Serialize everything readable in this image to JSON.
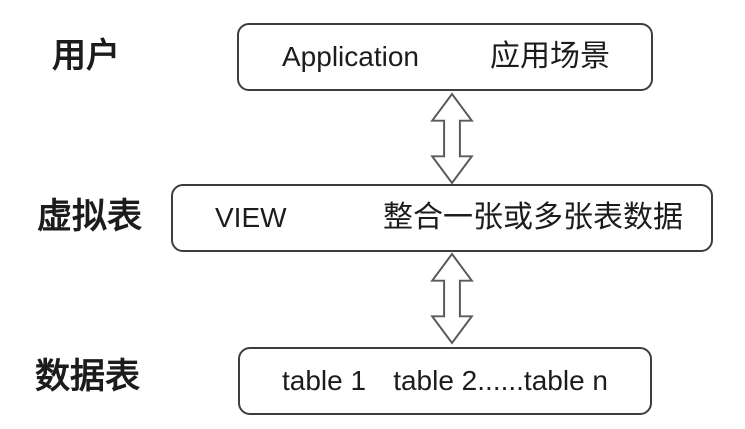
{
  "figure": {
    "rows": [
      {
        "label": "用户",
        "box": {
          "left_text": "Application",
          "right_text": "应用场景"
        }
      },
      {
        "label": "虚拟表",
        "box": {
          "left_text": "VIEW",
          "right_text": "整合一张或多张表数据"
        }
      },
      {
        "label": "数据表",
        "box": {
          "left_text": "table 1",
          "right_text": "table 2......table n"
        }
      }
    ],
    "connectors": [
      {
        "icon": "double-headed-vertical-arrow"
      },
      {
        "icon": "double-headed-vertical-arrow"
      }
    ],
    "colors": {
      "background": "#ffffff",
      "text": "#1c1c1c",
      "box_border": "#3d3d3d",
      "arrow_outline": "#5a5a5a"
    }
  }
}
